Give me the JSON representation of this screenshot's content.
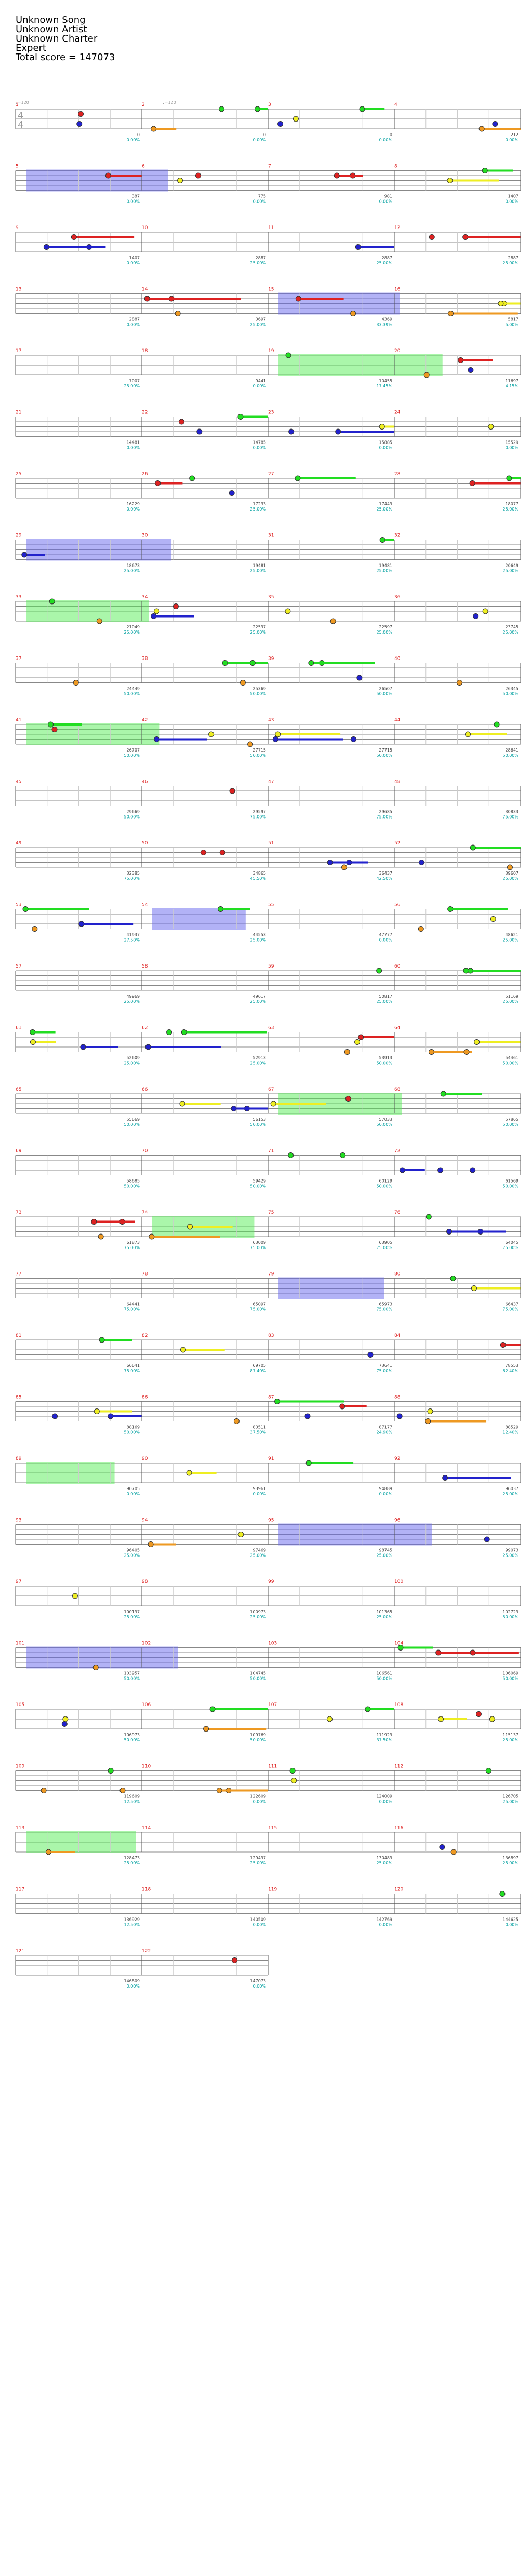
{
  "song": {
    "title": "Unknown Song",
    "artist": "Unknown Artist",
    "charter": "Unknown Charter",
    "difficulty": "Expert",
    "total_score_label": "Total score = 147073"
  },
  "time_signature": "4/4",
  "tempo_labels": [
    "♩=120",
    "♩=120"
  ],
  "colors": {
    "green": "#22dd22",
    "red": "#dd2222",
    "yellow": "#eeee22",
    "blue": "#2222cc",
    "orange": "#ee9922",
    "star_power": "#55ee55",
    "solo": "#6666ee",
    "measure_num": "#dd2222",
    "percent": "#00a0a0",
    "score": "#444444",
    "staff": "#888888"
  },
  "measures": [
    {
      "n": "1",
      "score": "0",
      "pct": "0.00%"
    },
    {
      "n": "2",
      "score": "0",
      "pct": "0.00%"
    },
    {
      "n": "3",
      "score": "0",
      "pct": "0.00%"
    },
    {
      "n": "4",
      "score": "212",
      "pct": "0.00%"
    },
    {
      "n": "5",
      "score": "387",
      "pct": "0.00%"
    },
    {
      "n": "6",
      "score": "775",
      "pct": "0.00%"
    },
    {
      "n": "7",
      "score": "981",
      "pct": "0.00%"
    },
    {
      "n": "8",
      "score": "1407",
      "pct": "0.00%"
    },
    {
      "n": "9",
      "score": "1407",
      "pct": "0.00%"
    },
    {
      "n": "10",
      "score": "2887",
      "pct": "25.00%"
    },
    {
      "n": "11",
      "score": "2887",
      "pct": "25.00%"
    },
    {
      "n": "12",
      "score": "2887",
      "pct": "25.00%"
    },
    {
      "n": "13",
      "score": "2887",
      "pct": "0.00%"
    },
    {
      "n": "14",
      "score": "3697",
      "pct": "25.00%"
    },
    {
      "n": "15",
      "score": "4369",
      "pct": "33.39%"
    },
    {
      "n": "16",
      "score": "5817",
      "pct": "5.00%"
    },
    {
      "n": "17",
      "score": "7007",
      "pct": "25.00%"
    },
    {
      "n": "18",
      "score": "9441",
      "pct": "0.00%"
    },
    {
      "n": "19",
      "score": "10455",
      "pct": "17.45%"
    },
    {
      "n": "20",
      "score": "11697",
      "pct": "4.15%"
    },
    {
      "n": "21",
      "score": "14481",
      "pct": "0.00%"
    },
    {
      "n": "22",
      "score": "14785",
      "pct": "0.00%"
    },
    {
      "n": "23",
      "score": "15885",
      "pct": "0.00%"
    },
    {
      "n": "24",
      "score": "15529",
      "pct": "0.00%"
    },
    {
      "n": "25",
      "score": "16229",
      "pct": "0.00%"
    },
    {
      "n": "26",
      "score": "17233",
      "pct": "25.00%"
    },
    {
      "n": "27",
      "score": "17449",
      "pct": "25.00%"
    },
    {
      "n": "28",
      "score": "18077",
      "pct": "25.00%"
    },
    {
      "n": "29",
      "score": "18673",
      "pct": "25.00%"
    },
    {
      "n": "30",
      "score": "19481",
      "pct": "25.00%"
    },
    {
      "n": "31",
      "score": "19481",
      "pct": "25.00%"
    },
    {
      "n": "32",
      "score": "20649",
      "pct": "25.00%"
    },
    {
      "n": "33",
      "score": "21049",
      "pct": "25.00%"
    },
    {
      "n": "34",
      "score": "22597",
      "pct": "25.00%"
    },
    {
      "n": "35",
      "score": "22597",
      "pct": "25.00%"
    },
    {
      "n": "36",
      "score": "23745",
      "pct": "25.00%"
    },
    {
      "n": "37",
      "score": "24449",
      "pct": "50.00%"
    },
    {
      "n": "38",
      "score": "25369",
      "pct": "50.00%"
    },
    {
      "n": "39",
      "score": "26507",
      "pct": "50.00%"
    },
    {
      "n": "40",
      "score": "26345",
      "pct": "50.00%"
    },
    {
      "n": "41",
      "score": "26707",
      "pct": "50.00%"
    },
    {
      "n": "42",
      "score": "27715",
      "pct": "50.00%"
    },
    {
      "n": "43",
      "score": "27715",
      "pct": "50.00%"
    },
    {
      "n": "44",
      "score": "28641",
      "pct": "50.00%"
    },
    {
      "n": "45",
      "score": "29669",
      "pct": "50.00%"
    },
    {
      "n": "46",
      "score": "29597",
      "pct": "75.00%"
    },
    {
      "n": "47",
      "score": "29685",
      "pct": "75.00%"
    },
    {
      "n": "48",
      "score": "30833",
      "pct": "75.00%"
    },
    {
      "n": "49",
      "score": "32385",
      "pct": "75.00%"
    },
    {
      "n": "50",
      "score": "34865",
      "pct": "45.50%"
    },
    {
      "n": "51",
      "score": "36437",
      "pct": "42.50%"
    },
    {
      "n": "52",
      "score": "39607",
      "pct": "25.00%"
    },
    {
      "n": "53",
      "score": "41937",
      "pct": "27.50%"
    },
    {
      "n": "54",
      "score": "44553",
      "pct": "25.00%"
    },
    {
      "n": "55",
      "score": "47777",
      "pct": "0.00%"
    },
    {
      "n": "56",
      "score": "48621",
      "pct": "25.00%"
    },
    {
      "n": "57",
      "score": "49969",
      "pct": "25.00%"
    },
    {
      "n": "58",
      "score": "49617",
      "pct": "25.00%"
    },
    {
      "n": "59",
      "score": "50817",
      "pct": "25.00%"
    },
    {
      "n": "60",
      "score": "51169",
      "pct": "25.00%"
    },
    {
      "n": "61",
      "score": "52609",
      "pct": "25.00%"
    },
    {
      "n": "62",
      "score": "52913",
      "pct": "25.00%"
    },
    {
      "n": "63",
      "score": "53913",
      "pct": "50.00%"
    },
    {
      "n": "64",
      "score": "54461",
      "pct": "50.00%"
    },
    {
      "n": "65",
      "score": "55669",
      "pct": "50.00%"
    },
    {
      "n": "66",
      "score": "56153",
      "pct": "50.00%"
    },
    {
      "n": "67",
      "score": "57033",
      "pct": "50.00%"
    },
    {
      "n": "68",
      "score": "57865",
      "pct": "50.00%"
    },
    {
      "n": "69",
      "score": "58685",
      "pct": "50.00%"
    },
    {
      "n": "70",
      "score": "59429",
      "pct": "50.00%"
    },
    {
      "n": "71",
      "score": "60129",
      "pct": "50.00%"
    },
    {
      "n": "72",
      "score": "61569",
      "pct": "50.00%"
    },
    {
      "n": "73",
      "score": "61873",
      "pct": "75.00%"
    },
    {
      "n": "74",
      "score": "63009",
      "pct": "75.00%"
    },
    {
      "n": "75",
      "score": "63905",
      "pct": "75.00%"
    },
    {
      "n": "76",
      "score": "64045",
      "pct": "75.00%"
    },
    {
      "n": "77",
      "score": "64441",
      "pct": "75.00%"
    },
    {
      "n": "78",
      "score": "65097",
      "pct": "75.00%"
    },
    {
      "n": "79",
      "score": "65973",
      "pct": "75.00%"
    },
    {
      "n": "80",
      "score": "66437",
      "pct": "75.00%"
    },
    {
      "n": "81",
      "score": "66641",
      "pct": "75.00%"
    },
    {
      "n": "82",
      "score": "69705",
      "pct": "87.40%"
    },
    {
      "n": "83",
      "score": "73641",
      "pct": "75.00%"
    },
    {
      "n": "84",
      "score": "78553",
      "pct": "62.40%"
    },
    {
      "n": "85",
      "score": "88169",
      "pct": "50.00%"
    },
    {
      "n": "86",
      "score": "83511",
      "pct": "37.50%"
    },
    {
      "n": "87",
      "score": "87177",
      "pct": "24.90%"
    },
    {
      "n": "88",
      "score": "88529",
      "pct": "12.40%"
    },
    {
      "n": "89",
      "score": "90705",
      "pct": "0.00%"
    },
    {
      "n": "90",
      "score": "93961",
      "pct": "0.00%"
    },
    {
      "n": "91",
      "score": "94889",
      "pct": "0.00%"
    },
    {
      "n": "92",
      "score": "96037",
      "pct": "25.00%"
    },
    {
      "n": "93",
      "score": "96405",
      "pct": "25.00%"
    },
    {
      "n": "94",
      "score": "97469",
      "pct": "25.00%"
    },
    {
      "n": "95",
      "score": "98745",
      "pct": "25.00%"
    },
    {
      "n": "96",
      "score": "99073",
      "pct": "25.00%"
    },
    {
      "n": "97",
      "score": "100197",
      "pct": "25.00%"
    },
    {
      "n": "98",
      "score": "100973",
      "pct": "25.00%"
    },
    {
      "n": "99",
      "score": "101365",
      "pct": "25.00%"
    },
    {
      "n": "100",
      "score": "102729",
      "pct": "50.00%"
    },
    {
      "n": "101",
      "score": "103957",
      "pct": "50.00%"
    },
    {
      "n": "102",
      "score": "104745",
      "pct": "50.00%"
    },
    {
      "n": "103",
      "score": "106561",
      "pct": "50.00%"
    },
    {
      "n": "104",
      "score": "106069",
      "pct": "50.00%"
    },
    {
      "n": "105",
      "score": "106973",
      "pct": "50.00%"
    },
    {
      "n": "106",
      "score": "109769",
      "pct": "50.00%"
    },
    {
      "n": "107",
      "score": "111929",
      "pct": "37.50%"
    },
    {
      "n": "108",
      "score": "115137",
      "pct": "25.00%"
    },
    {
      "n": "109",
      "score": "119609",
      "pct": "12.50%"
    },
    {
      "n": "110",
      "score": "122609",
      "pct": "0.00%"
    },
    {
      "n": "111",
      "score": "124009",
      "pct": "0.00%"
    },
    {
      "n": "112",
      "score": "126705",
      "pct": "25.00%"
    },
    {
      "n": "113",
      "score": "128473",
      "pct": "25.00%"
    },
    {
      "n": "114",
      "score": "129497",
      "pct": "25.00%"
    },
    {
      "n": "115",
      "score": "130489",
      "pct": "25.00%"
    },
    {
      "n": "116",
      "score": "136897",
      "pct": "25.00%"
    },
    {
      "n": "117",
      "score": "136929",
      "pct": "12.50%"
    },
    {
      "n": "118",
      "score": "140509",
      "pct": "0.00%"
    },
    {
      "n": "119",
      "score": "142769",
      "pct": "0.00%"
    },
    {
      "n": "120",
      "score": "144625",
      "pct": "0.00%"
    },
    {
      "n": "121",
      "score": "146809",
      "pct": "0.00%"
    },
    {
      "n": "122",
      "score": "147073",
      "pct": "0.00%"
    }
  ]
}
